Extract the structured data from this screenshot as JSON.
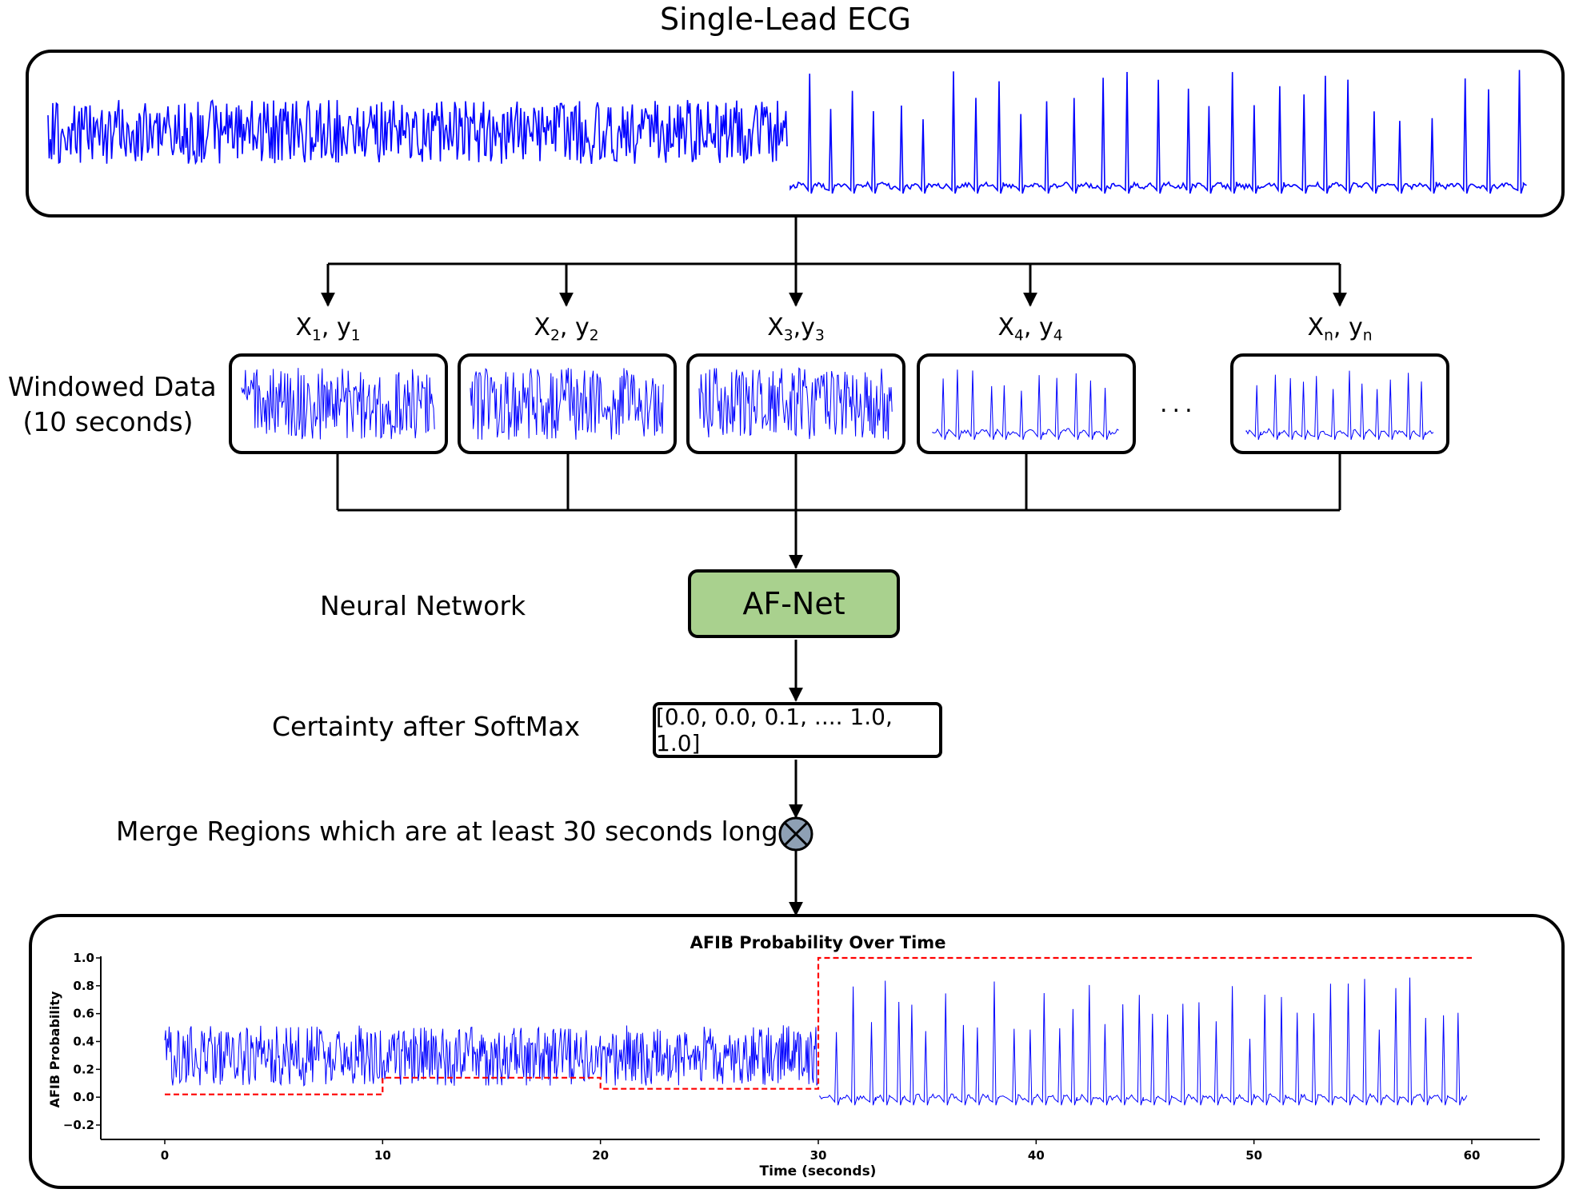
{
  "header": {
    "title": "Single-Lead ECG"
  },
  "windows": [
    {
      "x_var": "X",
      "x_sub": "1",
      "y_var": "y",
      "y_sub": "1",
      "sep": ", "
    },
    {
      "x_var": "X",
      "x_sub": "2",
      "y_var": "y",
      "y_sub": "2",
      "sep": ", "
    },
    {
      "x_var": "X",
      "x_sub": "3",
      "y_var": "y",
      "y_sub": "3",
      "sep": ","
    },
    {
      "x_var": "X",
      "x_sub": "4",
      "y_var": "y",
      "y_sub": "4",
      "sep": ", "
    },
    {
      "x_var": "X",
      "x_sub": "n",
      "y_var": "y",
      "y_sub": "n",
      "sep": ", "
    }
  ],
  "windowed_label": {
    "line1": "Windowed Data",
    "line2": "(10 seconds)"
  },
  "ellipsis": "...",
  "neural_network": {
    "label": "Neural Network",
    "model_name": "AF-Net"
  },
  "certainty": {
    "label": "Certainty after SoftMax",
    "values_text": "[0.0, 0.0, 0.1, .... 1.0, 1.0]"
  },
  "merge": {
    "label": "Merge Regions which are at least 30 seconds long",
    "icon": "multiply-circle-icon"
  },
  "colors": {
    "signal": "#0000ff",
    "probability": "#ff0000",
    "model_box": "#a9d18e",
    "merge_node": "#8ea0b4"
  },
  "chart_data": {
    "type": "line",
    "title": "AFIB Probability Over Time",
    "xlabel": "Time (seconds)",
    "ylabel": "AFIB Probability",
    "xlim": [
      0,
      60
    ],
    "ylim": [
      -0.2,
      1.0
    ],
    "x_ticks": [
      0,
      10,
      20,
      30,
      40,
      50,
      60
    ],
    "y_ticks": [
      -0.2,
      0.0,
      0.2,
      0.4,
      0.6,
      0.8,
      1.0
    ],
    "y_tick_labels": [
      "−0.2",
      "0.0",
      "0.2",
      "0.4",
      "0.6",
      "0.8",
      "1.0"
    ],
    "series": [
      {
        "style": "red-dashed-step",
        "x": [
          0,
          10,
          10,
          20,
          20,
          30,
          30,
          60
        ],
        "y": [
          0.02,
          0.02,
          0.14,
          0.14,
          0.06,
          0.06,
          1.0,
          1.0
        ]
      }
    ],
    "grid": false
  }
}
